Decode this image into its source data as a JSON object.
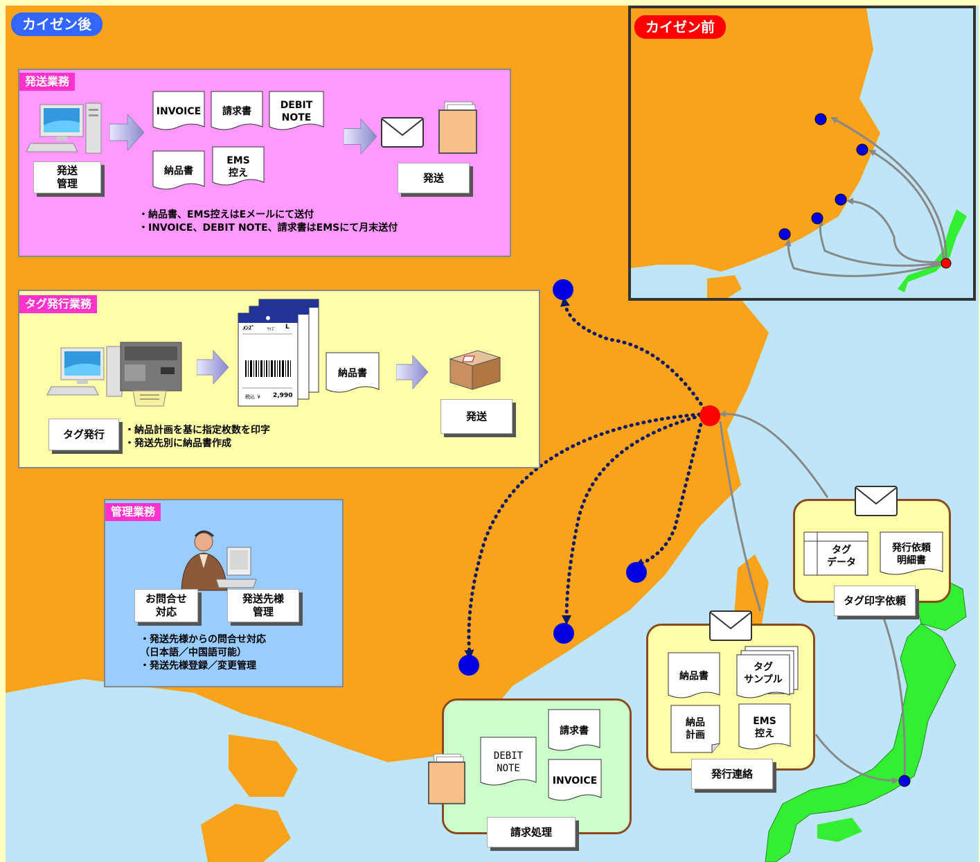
{
  "badges": {
    "after": "カイゼン後",
    "before": "カイゼン前"
  },
  "colors": {
    "sea": "#bfe6f8",
    "land": "#f9a21b",
    "japan": "#33ee33",
    "dot_blue": "#0000e0",
    "dot_red": "#ff0000",
    "badge_blue": "#3366ff",
    "badge_red": "#ff0000",
    "shipping_panel": "#ff99ff",
    "tag_panel": "#ffffaa",
    "admin_panel": "#99ccff",
    "billing_panel": "#ccffcc"
  },
  "shipping": {
    "title": "発送業務",
    "system_label": "発送\n管理",
    "docs": {
      "invoice": "INVOICE",
      "seikyu": "請求書",
      "debit": "DEBIT\nNOTE",
      "nohin": "納品書",
      "ems": "EMS\n控え"
    },
    "send_label": "発送",
    "notes": "・納品書、EMS控えはEメールにて送付\n・INVOICE、DEBIT NOTE、請求書はEMSにて月末送付"
  },
  "tagissue": {
    "title": "タグ発行業務",
    "system_label": "タグ発行",
    "nohin": "納品書",
    "send_label": "発送",
    "notes": "・納品計画を基に指定枚数を印字\n・発送先別に納品書作成",
    "tag_card": {
      "brand": "ﾒﾝｽﾞ",
      "size_label": "ｻｲｽﾞ",
      "size": "L",
      "price_prefix": "税込 ￥",
      "price": "2,990"
    }
  },
  "admin": {
    "title": "管理業務",
    "inquiry_label": "お問合せ\n対応",
    "dest_label": "発送先様\n管理",
    "notes": "・発送先様からの問合せ対応\n（日本語／中国語可能）\n・発送先様登録／変更管理"
  },
  "billing": {
    "title": "請求処理",
    "seikyu": "請求書",
    "debit": "DEBIT\nNOTE",
    "invoice": "INVOICE"
  },
  "issue_contact": {
    "title": "発行連絡",
    "nohin": "納品書",
    "tag_sample": "タグ\nサンプル",
    "plan": "納品\n計画",
    "ems": "EMS\n控え"
  },
  "tag_print_request": {
    "title": "タグ印字依頼",
    "tag_data": "タグ\nデータ",
    "request_spec": "発行依頼\n明細書"
  }
}
